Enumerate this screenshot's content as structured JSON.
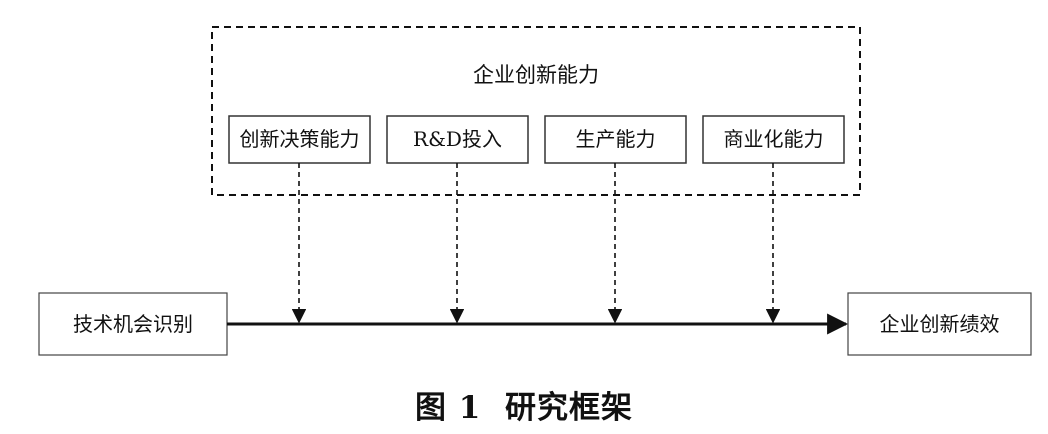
{
  "group": {
    "label": "企业创新能力"
  },
  "abilities": [
    {
      "label": "创新决策能力"
    },
    {
      "label": "R&D投入"
    },
    {
      "label": "生产能力"
    },
    {
      "label": "商业化能力"
    }
  ],
  "left_box": {
    "label": "技术机会识别"
  },
  "right_box": {
    "label": "企业创新绩效"
  },
  "caption": {
    "number": "图 1",
    "title": "研究框架"
  }
}
